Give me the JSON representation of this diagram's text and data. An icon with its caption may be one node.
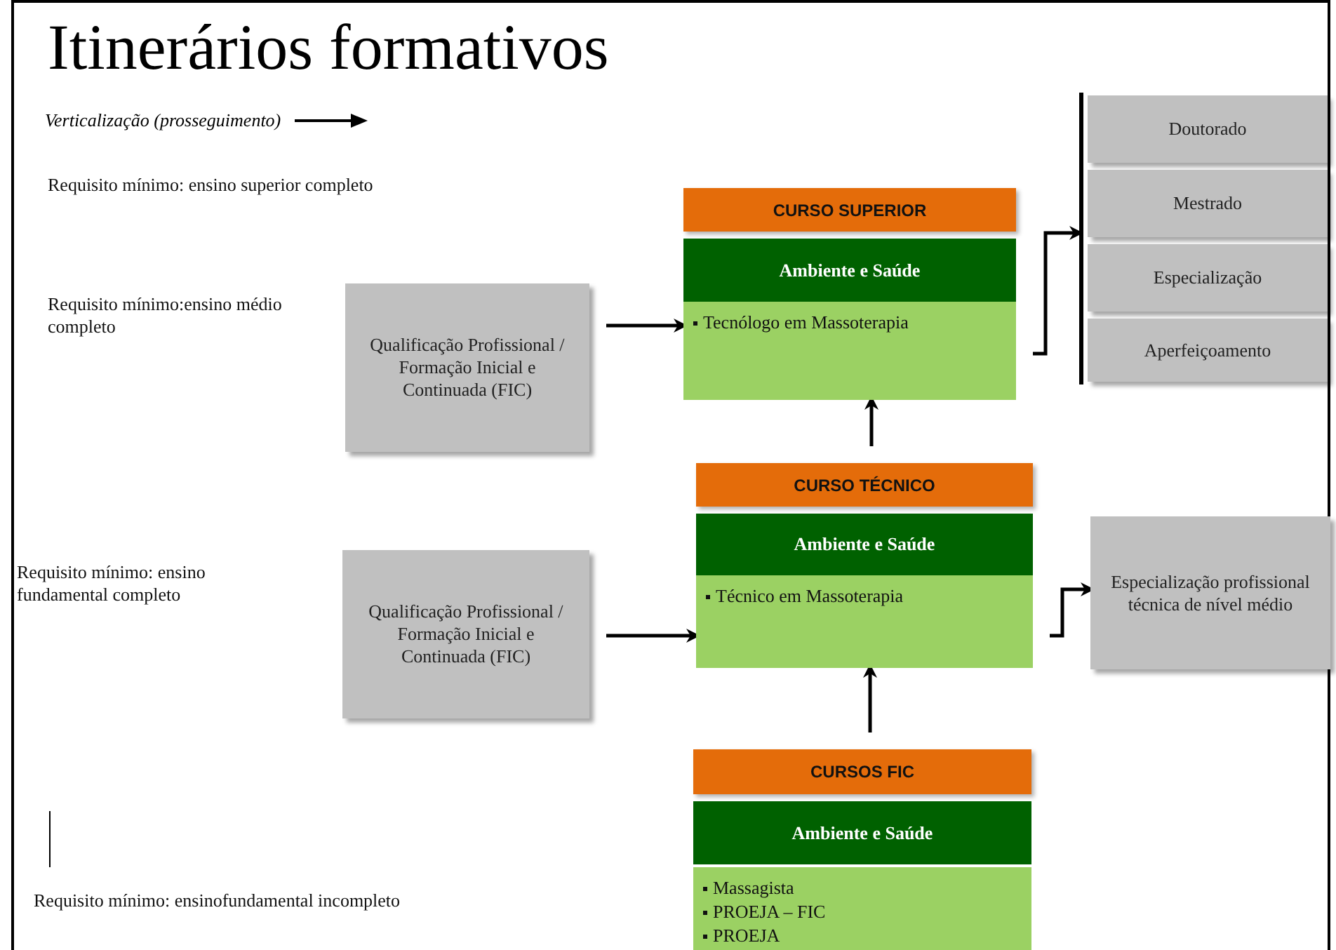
{
  "diagram": {
    "title": "Itinerários formativos",
    "nodes": [
      {
        "text": [
          "Qualificação Profissional / Formação Inicial e Continuada (FIC)"
        ]
      },
      {
        "text": [
          "CURSO SUPERIOR"
        ]
      },
      {
        "text": [
          "Ambiente e Saúde"
        ]
      },
      {
        "text": [
          "Tecnólogo em Massoterapia"
        ]
      },
      {
        "text": [],
        "shape": "bar"
      },
      {
        "text": [
          "Doutorado"
        ]
      },
      {
        "text": [
          "Mestrado"
        ]
      },
      {
        "text": [
          "Especialização"
        ]
      },
      {
        "text": [
          "Aperfeiçoamento"
        ]
      },
      {
        "text": [
          "CURSO TÉCNICO"
        ]
      },
      {
        "text": [
          "Ambiente e Saúde"
        ]
      },
      {
        "text": [
          "Técnico em Massoterapia"
        ]
      },
      {
        "text": [
          "Qualificação Profissional / Formação Inicial e Continuada (FIC)"
        ]
      },
      {
        "text": [
          "Especialização profissional técnica de nível médio"
        ]
      },
      {
        "text": [
          "CURSOS FIC"
        ]
      },
      {
        "text": [
          "Ambiente e Saúde"
        ]
      },
      {
        "text": [
          "Massagista",
          "PROEJA – FIC",
          "PROEJA"
        ]
      }
    ],
    "edges": [
      {
        "from": 0,
        "to": 3,
        "arrow": "to"
      },
      {
        "from": 3,
        "to": 4,
        "arrow": "to"
      },
      {
        "from": 9,
        "to": 3,
        "arrow": "to"
      },
      {
        "from": 12,
        "to": 11,
        "arrow": "to"
      },
      {
        "from": 11,
        "to": 13,
        "arrow": "to"
      },
      {
        "from": 14,
        "to": 11,
        "arrow": "to"
      }
    ],
    "labels": [
      "Requisito mínimo: ensino superior completo",
      "Requisito mínimo:ensino médio completo",
      "Requisito mínimo: ensino fundamental completo",
      "Requisito mínimo: ensinofundamental incompleto"
    ],
    "legend": [
      {
        "text": "Verticalização (prosseguimento)"
      }
    ]
  }
}
